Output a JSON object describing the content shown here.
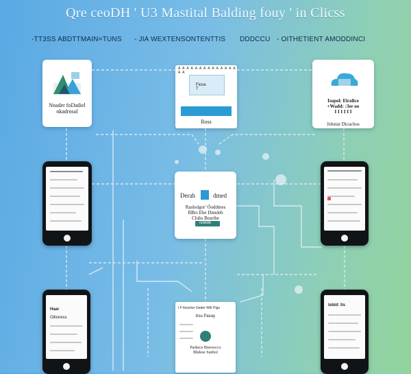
{
  "title": "Qre ceoDH ' U3 Mastital Balding fouy ' in Clicss",
  "subtitle": {
    "left": "-TT3SS ABDTTMAIN=TUNS",
    "mid": "- JIA WEXTENSONTENTTIS",
    "right": "DDDCCU",
    "right2": "- OITHETIENT AMODDINCI"
  },
  "cards": {
    "top_left": {
      "label": "Nnader foDadiel\nnkadrnsul"
    },
    "top_mid": {
      "label": "Ross",
      "header": "A A A A A A A A A A A A A A A A",
      "caption": "Fiose\nT"
    },
    "top_right": {
      "label": "Isopol: Elcolice\n+Wadd: :3er oo\nI I I I I I",
      "footer": "Jsbutar Dicachos"
    },
    "center": {
      "title_left": "Derah",
      "title_right": "dmed",
      "label": "Rasholgor' Óoddmes\nBBrs Ebe Dnndeb\nClubs Bearthe",
      "tag": "Iswide"
    },
    "bottom_mid": {
      "header": "I  F lloscher Geder  Wilr  Pigs",
      "sub": "bsu Pasay",
      "label": "Parhece Bieroocco\nBhdese Suebol"
    }
  },
  "phones": {
    "mid_left": {
      "label": ""
    },
    "bottom_left": {
      "header": "Haar",
      "sub": "Ollioness"
    },
    "bottom_right": {
      "header": "Isbtd: lts"
    }
  },
  "colors": {
    "line": "#dfeaf2",
    "accent": "#2a9bd4",
    "teal": "#2f7f7a"
  }
}
